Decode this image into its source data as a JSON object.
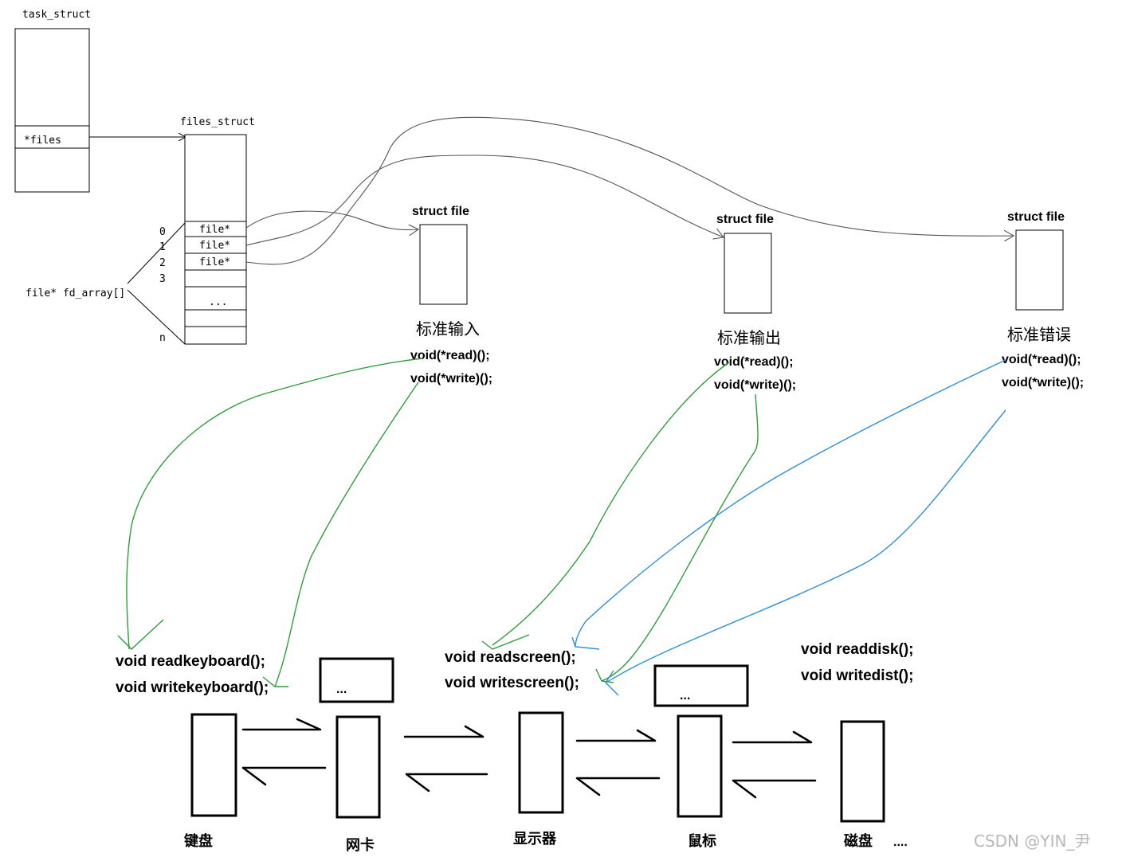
{
  "task_struct": {
    "title": "task_struct",
    "files_field": "*files"
  },
  "files_struct": {
    "title": "files_struct",
    "fd_array_label": "file* fd_array[]",
    "slots": [
      "file*",
      "file*",
      "file*",
      "",
      "...",
      "",
      ""
    ],
    "indices": [
      "0",
      "1",
      "2",
      "3",
      "n"
    ]
  },
  "struct_files": [
    {
      "header": "struct file",
      "name": "标准输入",
      "ops": [
        "void(*read)();",
        "void(*write)();"
      ]
    },
    {
      "header": "struct file",
      "name": "标准输出",
      "ops": [
        "void(*read)();",
        "void(*write)();"
      ]
    },
    {
      "header": "struct file",
      "name": "标准错误",
      "ops": [
        "void(*read)();",
        "void(*write)();"
      ]
    }
  ],
  "driver_functions": {
    "keyboard": [
      "void readkeyboard();",
      "void writekeyboard();"
    ],
    "screen": [
      "void readscreen();",
      "void writescreen();"
    ],
    "disk": [
      "void readdisk();",
      "void writedist();"
    ]
  },
  "ellipsis_boxes": [
    "...",
    "..."
  ],
  "devices": [
    "键盘",
    "网卡",
    "显示器",
    "鼠标",
    "磁盘"
  ],
  "devices_more": "....",
  "watermark": "CSDN @YIN_尹",
  "colors": {
    "gray_link": "#555555",
    "green_link": "#2e9e3a",
    "blue_link": "#2d8fd6",
    "watermark": "#b8b8b8"
  }
}
